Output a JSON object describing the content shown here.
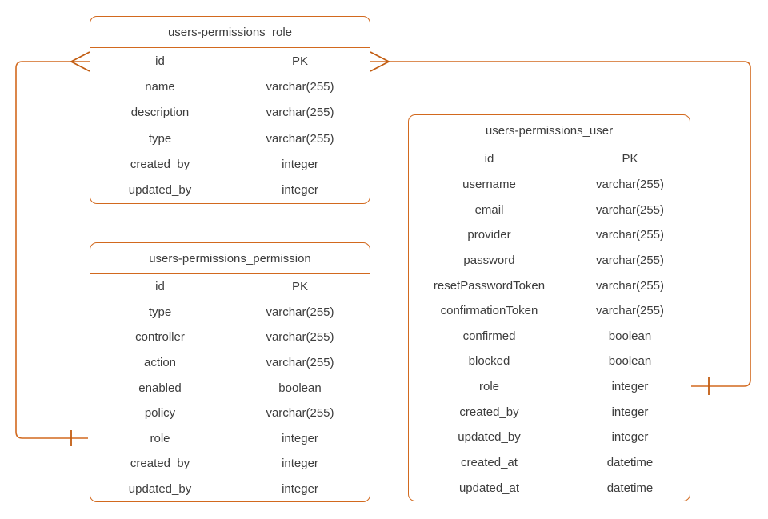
{
  "diagram": {
    "background_color": "#ffffff",
    "accent_color": "#d2691e",
    "text_color": "#3d3d3d",
    "tables": [
      {
        "title": "users-permissions_role",
        "fields": [
          {
            "name": "id",
            "type": "PK"
          },
          {
            "name": "name",
            "type": "varchar(255)"
          },
          {
            "name": "description",
            "type": "varchar(255)"
          },
          {
            "name": "type",
            "type": "varchar(255)"
          },
          {
            "name": "created_by",
            "type": "integer"
          },
          {
            "name": "updated_by",
            "type": "integer"
          }
        ]
      },
      {
        "title": "users-permissions_permission",
        "fields": [
          {
            "name": "id",
            "type": "PK"
          },
          {
            "name": "type",
            "type": "varchar(255)"
          },
          {
            "name": "controller",
            "type": "varchar(255)"
          },
          {
            "name": "action",
            "type": "varchar(255)"
          },
          {
            "name": "enabled",
            "type": "boolean"
          },
          {
            "name": "policy",
            "type": "varchar(255)"
          },
          {
            "name": "role",
            "type": "integer"
          },
          {
            "name": "created_by",
            "type": "integer"
          },
          {
            "name": "updated_by",
            "type": "integer"
          }
        ]
      },
      {
        "title": "users-permissions_user",
        "fields": [
          {
            "name": "id",
            "type": "PK"
          },
          {
            "name": "username",
            "type": "varchar(255)"
          },
          {
            "name": "email",
            "type": "varchar(255)"
          },
          {
            "name": "provider",
            "type": "varchar(255)"
          },
          {
            "name": "password",
            "type": "varchar(255)"
          },
          {
            "name": "resetPasswordToken",
            "type": "varchar(255)"
          },
          {
            "name": "confirmationToken",
            "type": "varchar(255)"
          },
          {
            "name": "confirmed",
            "type": "boolean"
          },
          {
            "name": "blocked",
            "type": "boolean"
          },
          {
            "name": "role",
            "type": "integer"
          },
          {
            "name": "created_by",
            "type": "integer"
          },
          {
            "name": "updated_by",
            "type": "integer"
          },
          {
            "name": "created_at",
            "type": "datetime"
          },
          {
            "name": "updated_at",
            "type": "datetime"
          }
        ]
      }
    ],
    "relationships": [
      {
        "from_table": "users-permissions_role",
        "from_field": "id",
        "from_marker": "many-crows-foot",
        "to_table": "users-permissions_permission",
        "to_field": "role",
        "to_marker": "one-bar"
      },
      {
        "from_table": "users-permissions_role",
        "from_field": "id",
        "from_marker": "many-crows-foot",
        "to_table": "users-permissions_user",
        "to_field": "role",
        "to_marker": "one-bar"
      }
    ]
  }
}
